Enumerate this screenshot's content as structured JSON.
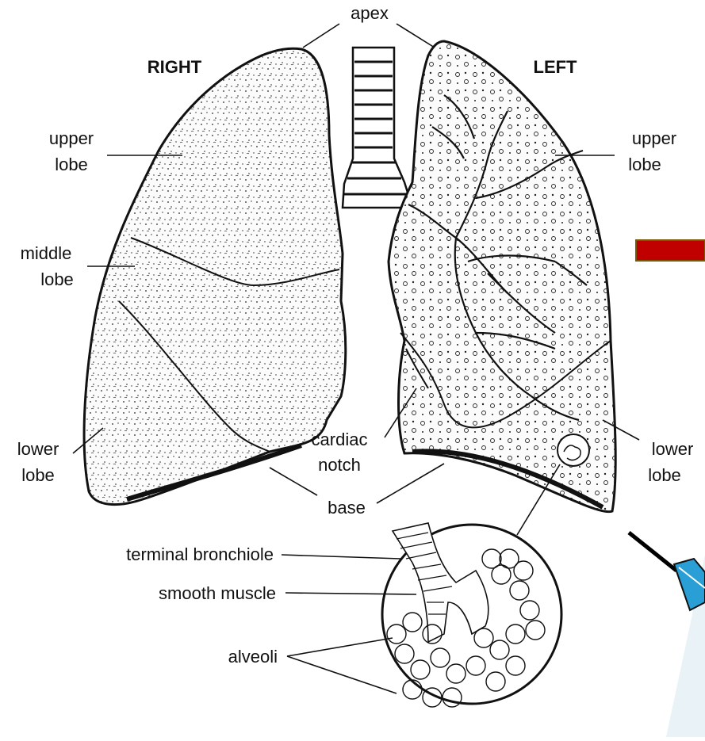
{
  "labels": {
    "apex": "apex",
    "right": "RIGHT",
    "left": "LEFT",
    "right_upper_lobe": [
      "upper",
      "lobe"
    ],
    "right_middle_lobe": [
      "middle",
      "lobe"
    ],
    "right_lower_lobe": [
      "lower",
      "lobe"
    ],
    "left_upper_lobe": [
      "upper",
      "lobe"
    ],
    "left_lower_lobe": [
      "lower",
      "lobe"
    ],
    "cardiac_notch": [
      "cardiac",
      "notch"
    ],
    "base": "base",
    "terminal_bronchiole": "terminal bronchiole",
    "smooth_muscle": "smooth muscle",
    "alveoli": "alveoli"
  },
  "colors": {
    "ink": "#111111",
    "bar": "#c00000",
    "bar_border": "#7a5a00",
    "needle": "#2a9fd6"
  }
}
